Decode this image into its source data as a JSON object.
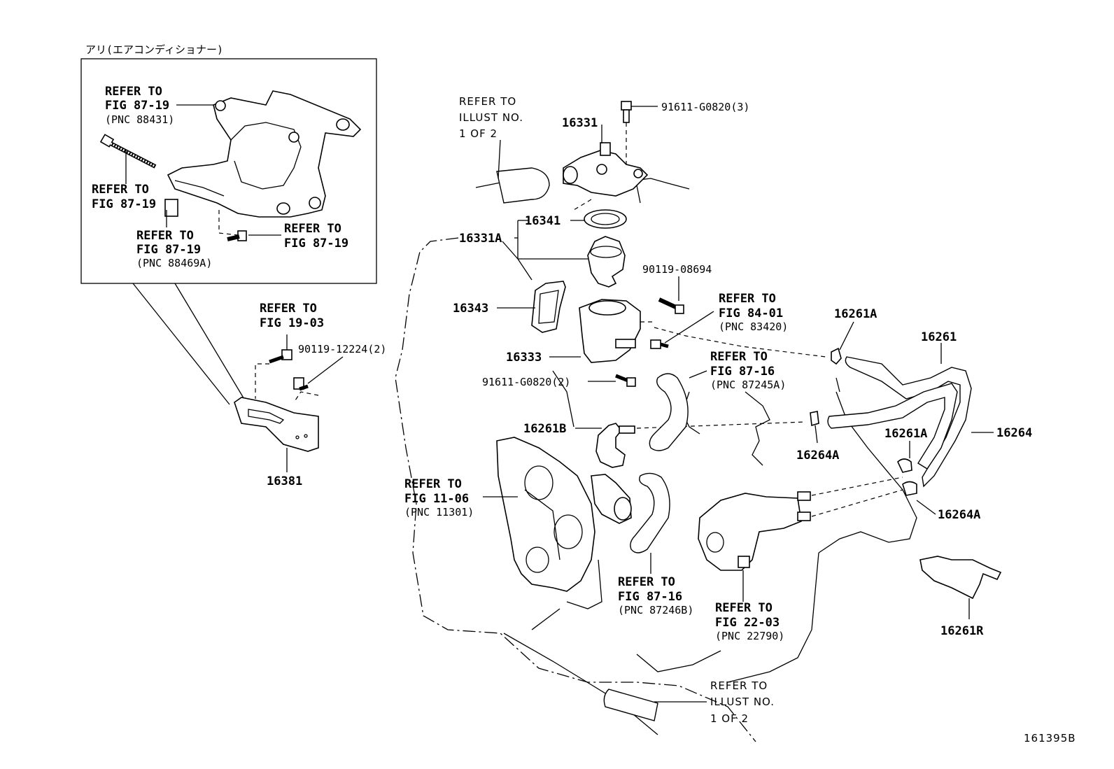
{
  "inset": {
    "title": "アリ(エアコンディショナー)",
    "refs": [
      [
        "REFER TO",
        "FIG 87-19",
        "(PNC 88431)"
      ],
      [
        "REFER TO",
        "FIG 87-19"
      ],
      [
        "REFER TO",
        "FIG 87-19",
        "(PNC 88469A)"
      ],
      [
        "REFER TO",
        "FIG 87-19"
      ]
    ]
  },
  "parts": {
    "p16331": "16331",
    "p16341": "16341",
    "p16331A": "16331A",
    "p16343": "16343",
    "p16333": "16333",
    "p16261B": "16261B",
    "p16381": "16381",
    "p16261A_1": "16261A",
    "p16261": "16261",
    "p16264": "16264",
    "p16261A_2": "16261A",
    "p16264A_1": "16264A",
    "p16264A_2": "16264A",
    "p16261R": "16261R",
    "b91611_3": "91611-G0820(3)",
    "b90119_08694": "90119-08694",
    "b90119_12224": "90119-12224(2)",
    "b91611_2": "91611-G0820(2)"
  },
  "refs": {
    "illust_top": [
      "REFER TO",
      "ILLUST NO.",
      "1 OF 2"
    ],
    "illust_bottom": [
      "REFER TO",
      "ILLUST NO.",
      "1 OF 2"
    ],
    "fig19_03": [
      "REFER TO",
      "FIG 19-03"
    ],
    "fig84_01": [
      "REFER TO",
      "FIG 84-01",
      "(PNC 83420)"
    ],
    "fig87_16a": [
      "REFER TO",
      "FIG 87-16",
      "(PNC 87245A)"
    ],
    "fig11_06": [
      "REFER TO",
      "FIG 11-06",
      "(PNC 11301)"
    ],
    "fig87_16b": [
      "REFER TO",
      "FIG 87-16",
      "(PNC 87246B)"
    ],
    "fig22_03": [
      "REFER TO",
      "FIG 22-03",
      "(PNC 22790)"
    ]
  },
  "code": "161395B"
}
